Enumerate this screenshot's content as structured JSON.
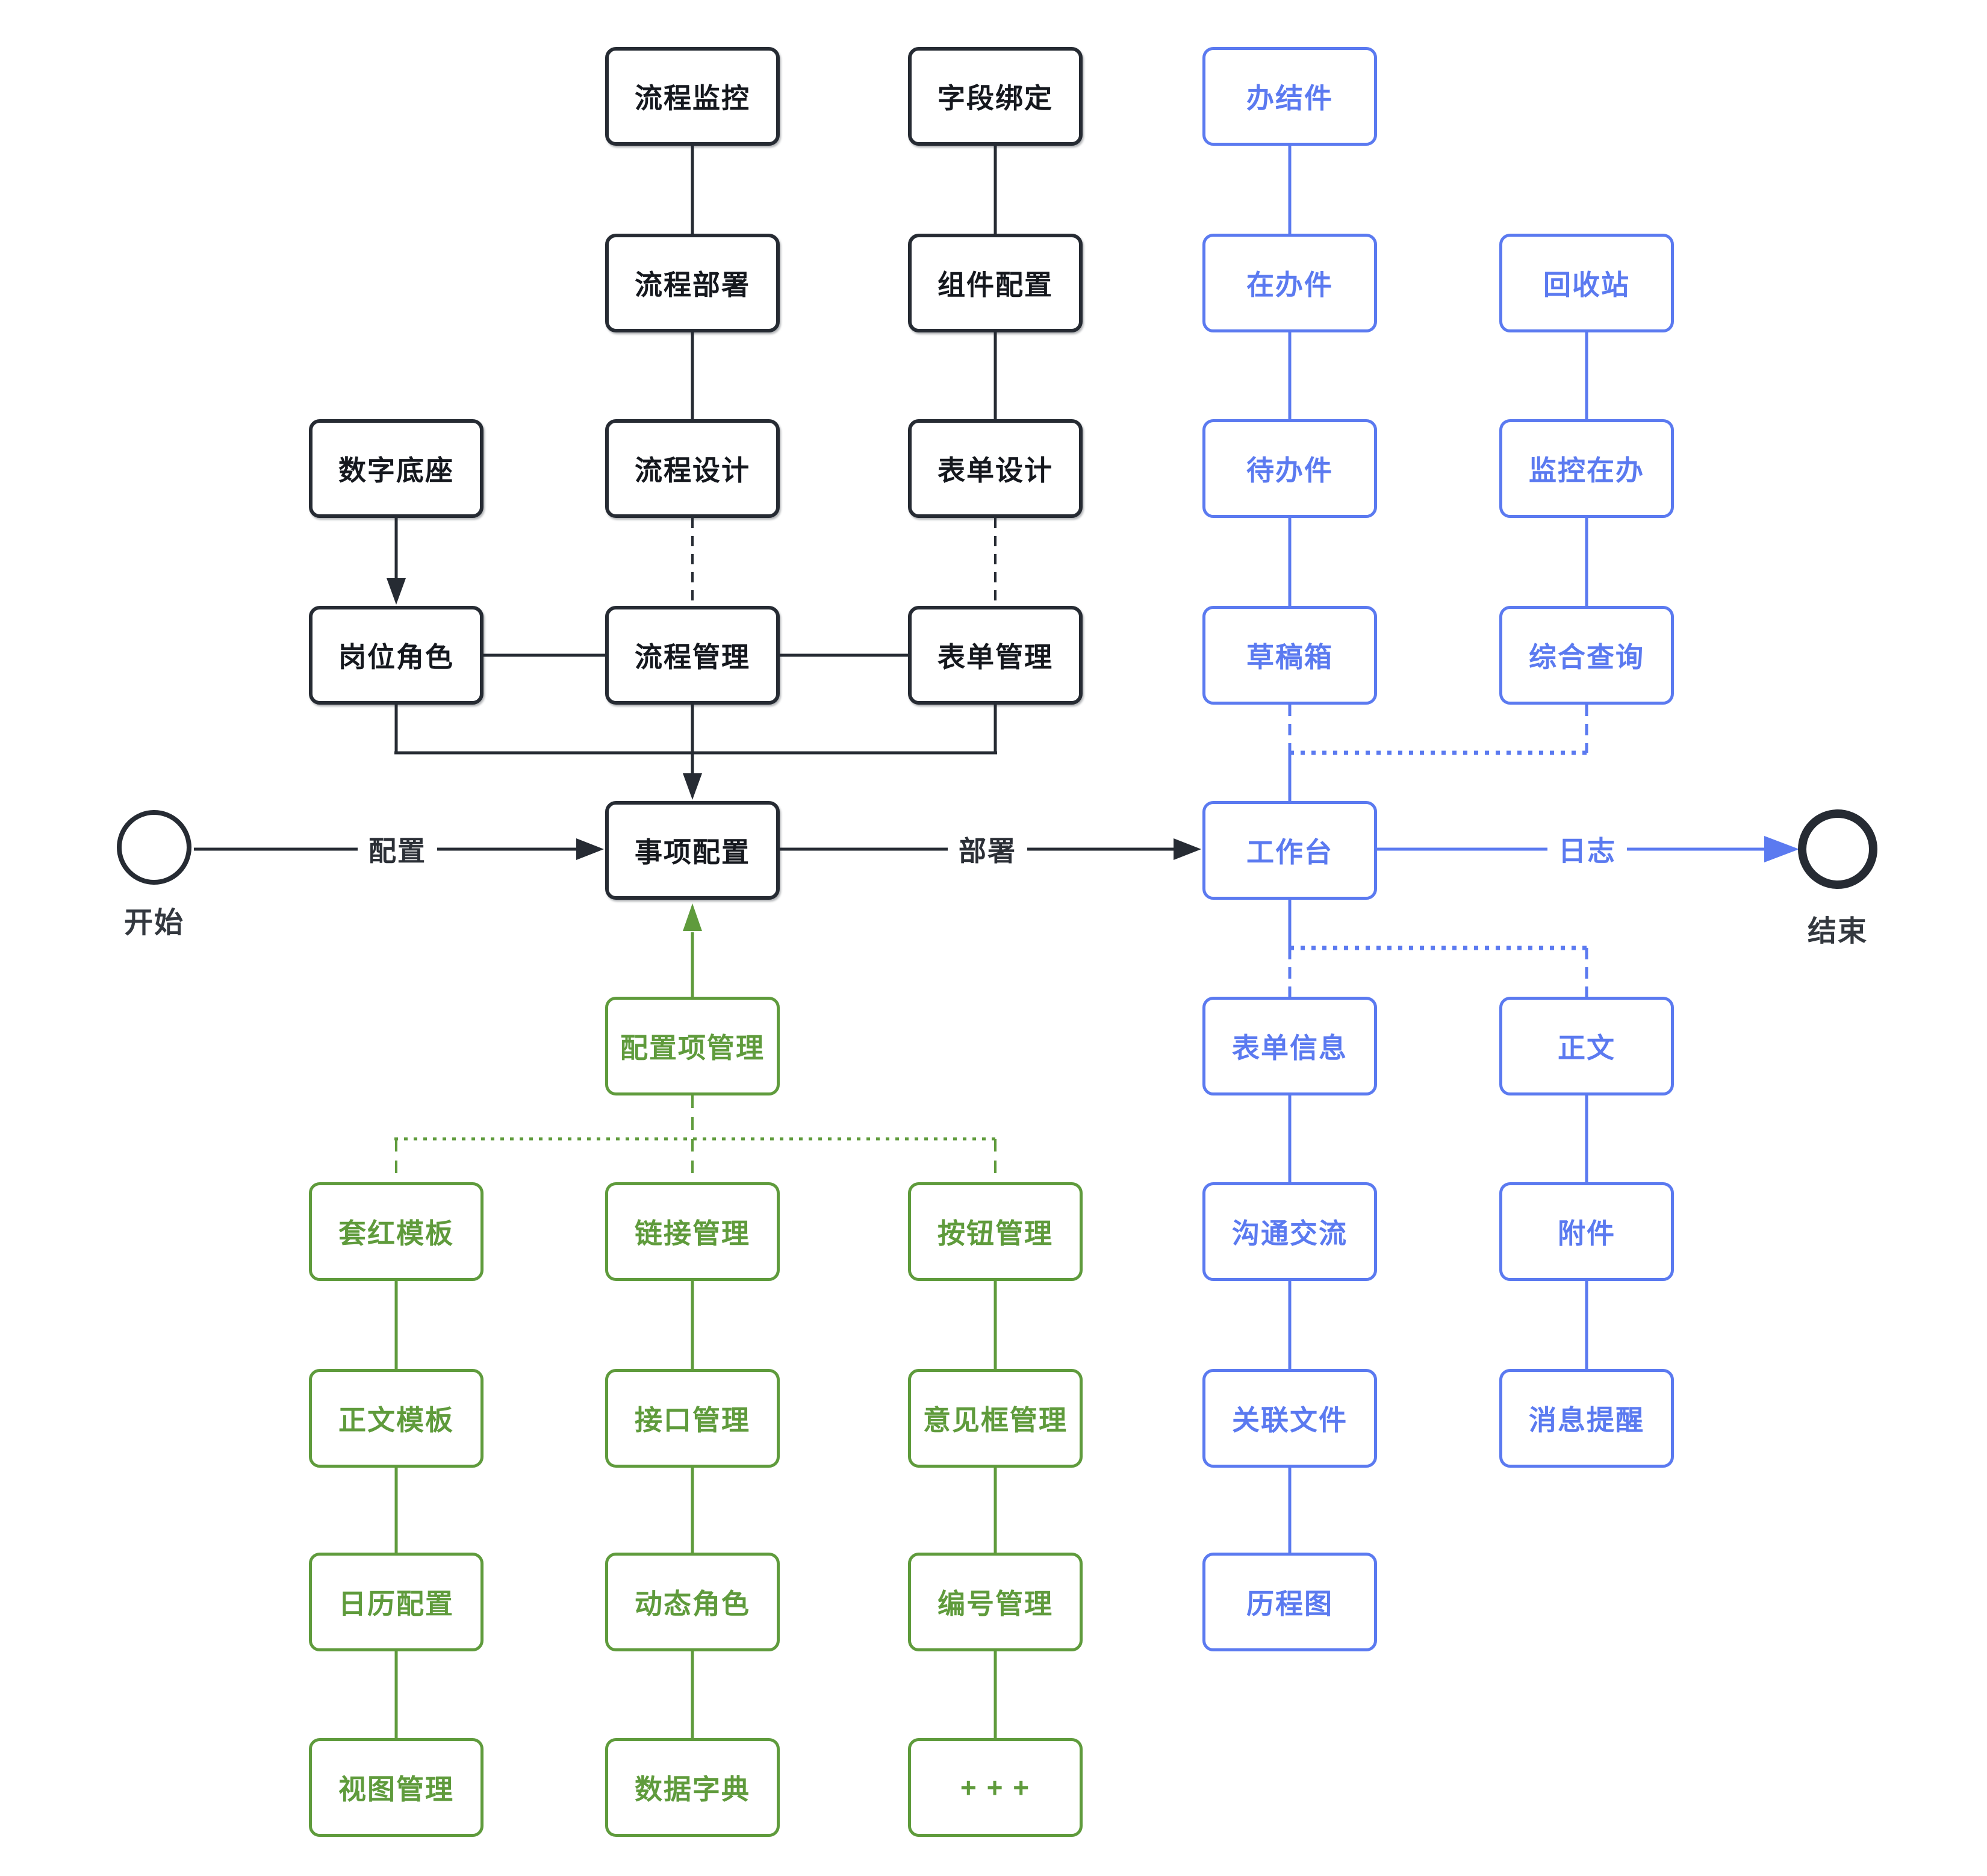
{
  "colors": {
    "dark": "#262b33",
    "blue": "#5b7af0",
    "green": "#5f9b3c",
    "node_text_dark": "#15181e",
    "background": "#ffffff"
  },
  "terminals": {
    "start": "开始",
    "end": "结束"
  },
  "edge_labels": {
    "configure": "配置",
    "deploy": "部署",
    "log": "日志"
  },
  "nodes": {
    "process_monitoring": "流程监控",
    "field_binding": "字段绑定",
    "completed_items": "办结件",
    "process_deployment": "流程部署",
    "component_config": "组件配置",
    "in_progress_items": "在办件",
    "recycle_bin": "回收站",
    "digital_base": "数字底座",
    "process_design": "流程设计",
    "form_design": "表单设计",
    "todo_items": "待办件",
    "monitor_in_progress": "监控在办",
    "position_role": "岗位角色",
    "process_management": "流程管理",
    "form_management": "表单管理",
    "drafts": "草稿箱",
    "comprehensive_query": "综合查询",
    "item_config": "事项配置",
    "workbench": "工作台",
    "config_item_management": "配置项管理",
    "form_info": "表单信息",
    "main_text": "正文",
    "red_template": "套红模板",
    "link_management": "链接管理",
    "button_management": "按钮管理",
    "communication": "沟通交流",
    "attachment": "附件",
    "text_template": "正文模板",
    "interface_management": "接口管理",
    "opinion_box_management": "意见框管理",
    "related_files": "关联文件",
    "message_reminder": "消息提醒",
    "calendar_config": "日历配置",
    "dynamic_role": "动态角色",
    "numbering_management": "编号管理",
    "history_chart": "历程图",
    "view_management": "视图管理",
    "data_dictionary": "数据字典",
    "more": "+ + +"
  }
}
